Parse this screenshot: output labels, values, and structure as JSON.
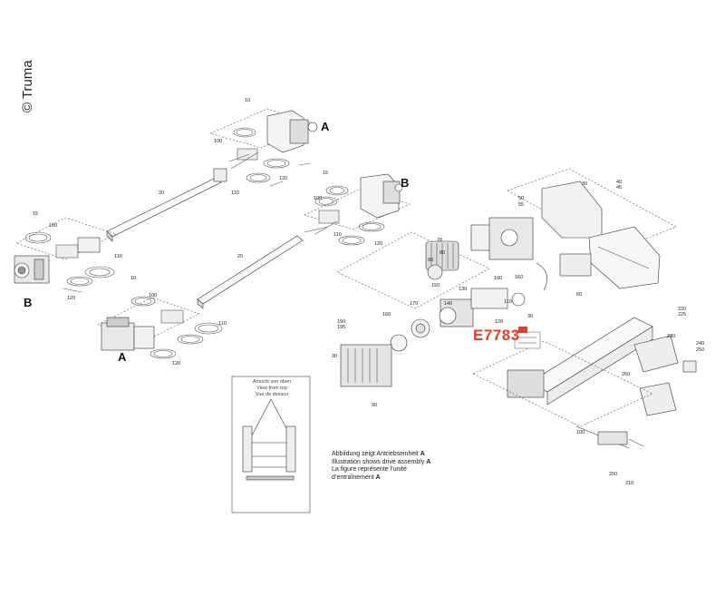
{
  "copyright": "© Truma",
  "callout": {
    "label": "E7783",
    "color": "#e0402a"
  },
  "letters": {
    "a_top": "A",
    "b_top": "B",
    "b_left": "B",
    "a_bottom": "A"
  },
  "inset": {
    "title_de": "Ansicht von oben",
    "title_en": "View from top",
    "title_fr": "Vue de dessus"
  },
  "note": {
    "line1": "Abbildung zeigt Antriebseinheit",
    "line2": "Illustration shows drive assembly",
    "line3": "La figure représente l’unité",
    "line4": "d’entraînement",
    "letter": "A"
  },
  "part_numbers": {
    "p10a": "10",
    "p100a": "100",
    "p20a": "20",
    "p110a": "110",
    "p120a": "120",
    "p15b": "15",
    "p100b": "100",
    "p20b": "20",
    "p110b": "110",
    "p120b": "120",
    "p15c": "15",
    "p100c": "100",
    "p110c": "110",
    "p120c": "120",
    "p10d": "10",
    "p100d": "100",
    "p110d": "110",
    "p120d": "120",
    "p30a": "30",
    "p40": "40",
    "p45": "45",
    "p50": "50",
    "p55": "55",
    "p70": "70",
    "p80": "80",
    "p90": "90",
    "p150": "150",
    "p130": "130",
    "p140": "140",
    "p170": "170",
    "p160": "160",
    "p190": "190",
    "p195": "195",
    "p100e": "100",
    "p160b": "160",
    "p110e": "110",
    "p120e": "120",
    "p30b": "30",
    "p30c": "30",
    "p60": "60",
    "p30d": "30",
    "p220": "220",
    "p225": "225",
    "p230": "230",
    "p240": "240",
    "p250": "250",
    "p260": "260",
    "p200": "200",
    "p210": "210",
    "p100f": "100"
  }
}
